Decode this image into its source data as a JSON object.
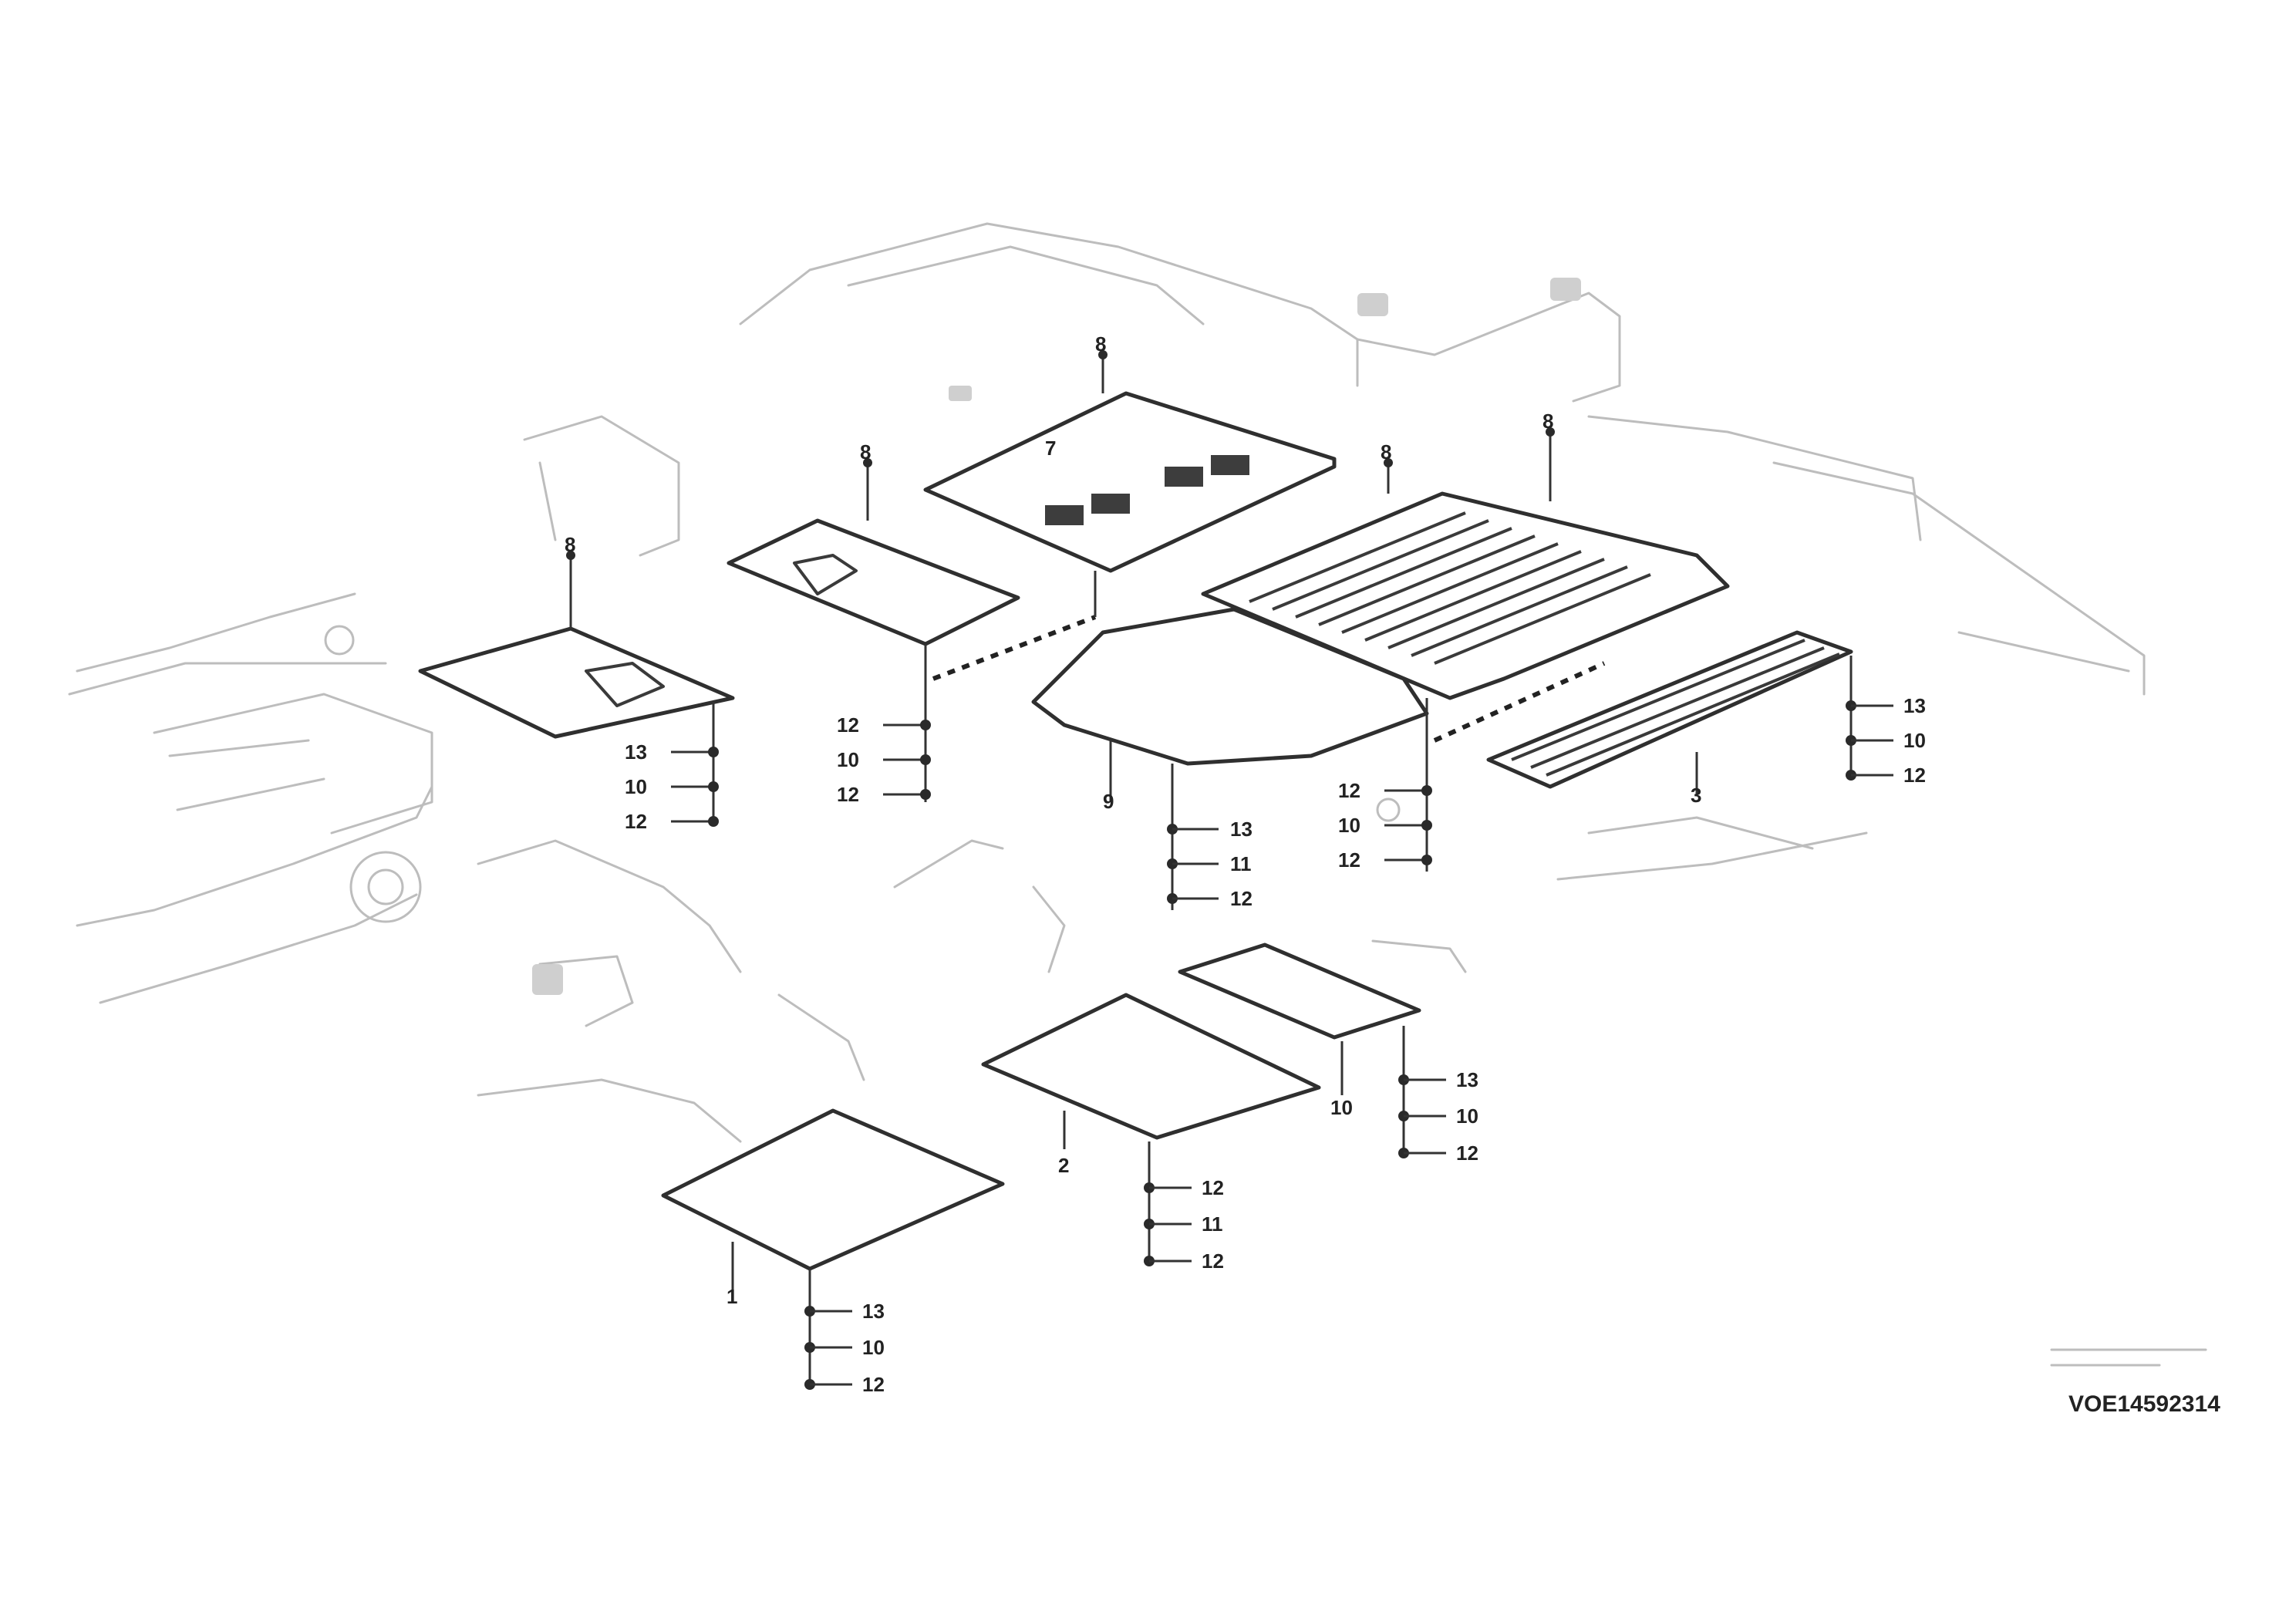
{
  "diagram": {
    "callouts": {
      "c_top1": "8",
      "c_top2": "8",
      "c_top3": "8",
      "c_top4": "8",
      "c_left_a": "8",
      "c_left_b": "7",
      "g1": [
        "13",
        "10",
        "12"
      ],
      "g2": [
        "12",
        "10",
        "12"
      ],
      "g3": [
        "13",
        "11",
        "12"
      ],
      "g4": [
        "12",
        "10",
        "12"
      ],
      "g5": [
        "13",
        "10",
        "12"
      ],
      "g6": [
        "13",
        "10",
        "12"
      ],
      "g7": [
        "12",
        "11",
        "12"
      ],
      "g8": [
        "13",
        "10",
        "12"
      ],
      "single_a": "9",
      "single_b": "3",
      "single_c": "10",
      "single_d": "2",
      "single_e": "1"
    },
    "reference_code": "VOE14592314"
  }
}
